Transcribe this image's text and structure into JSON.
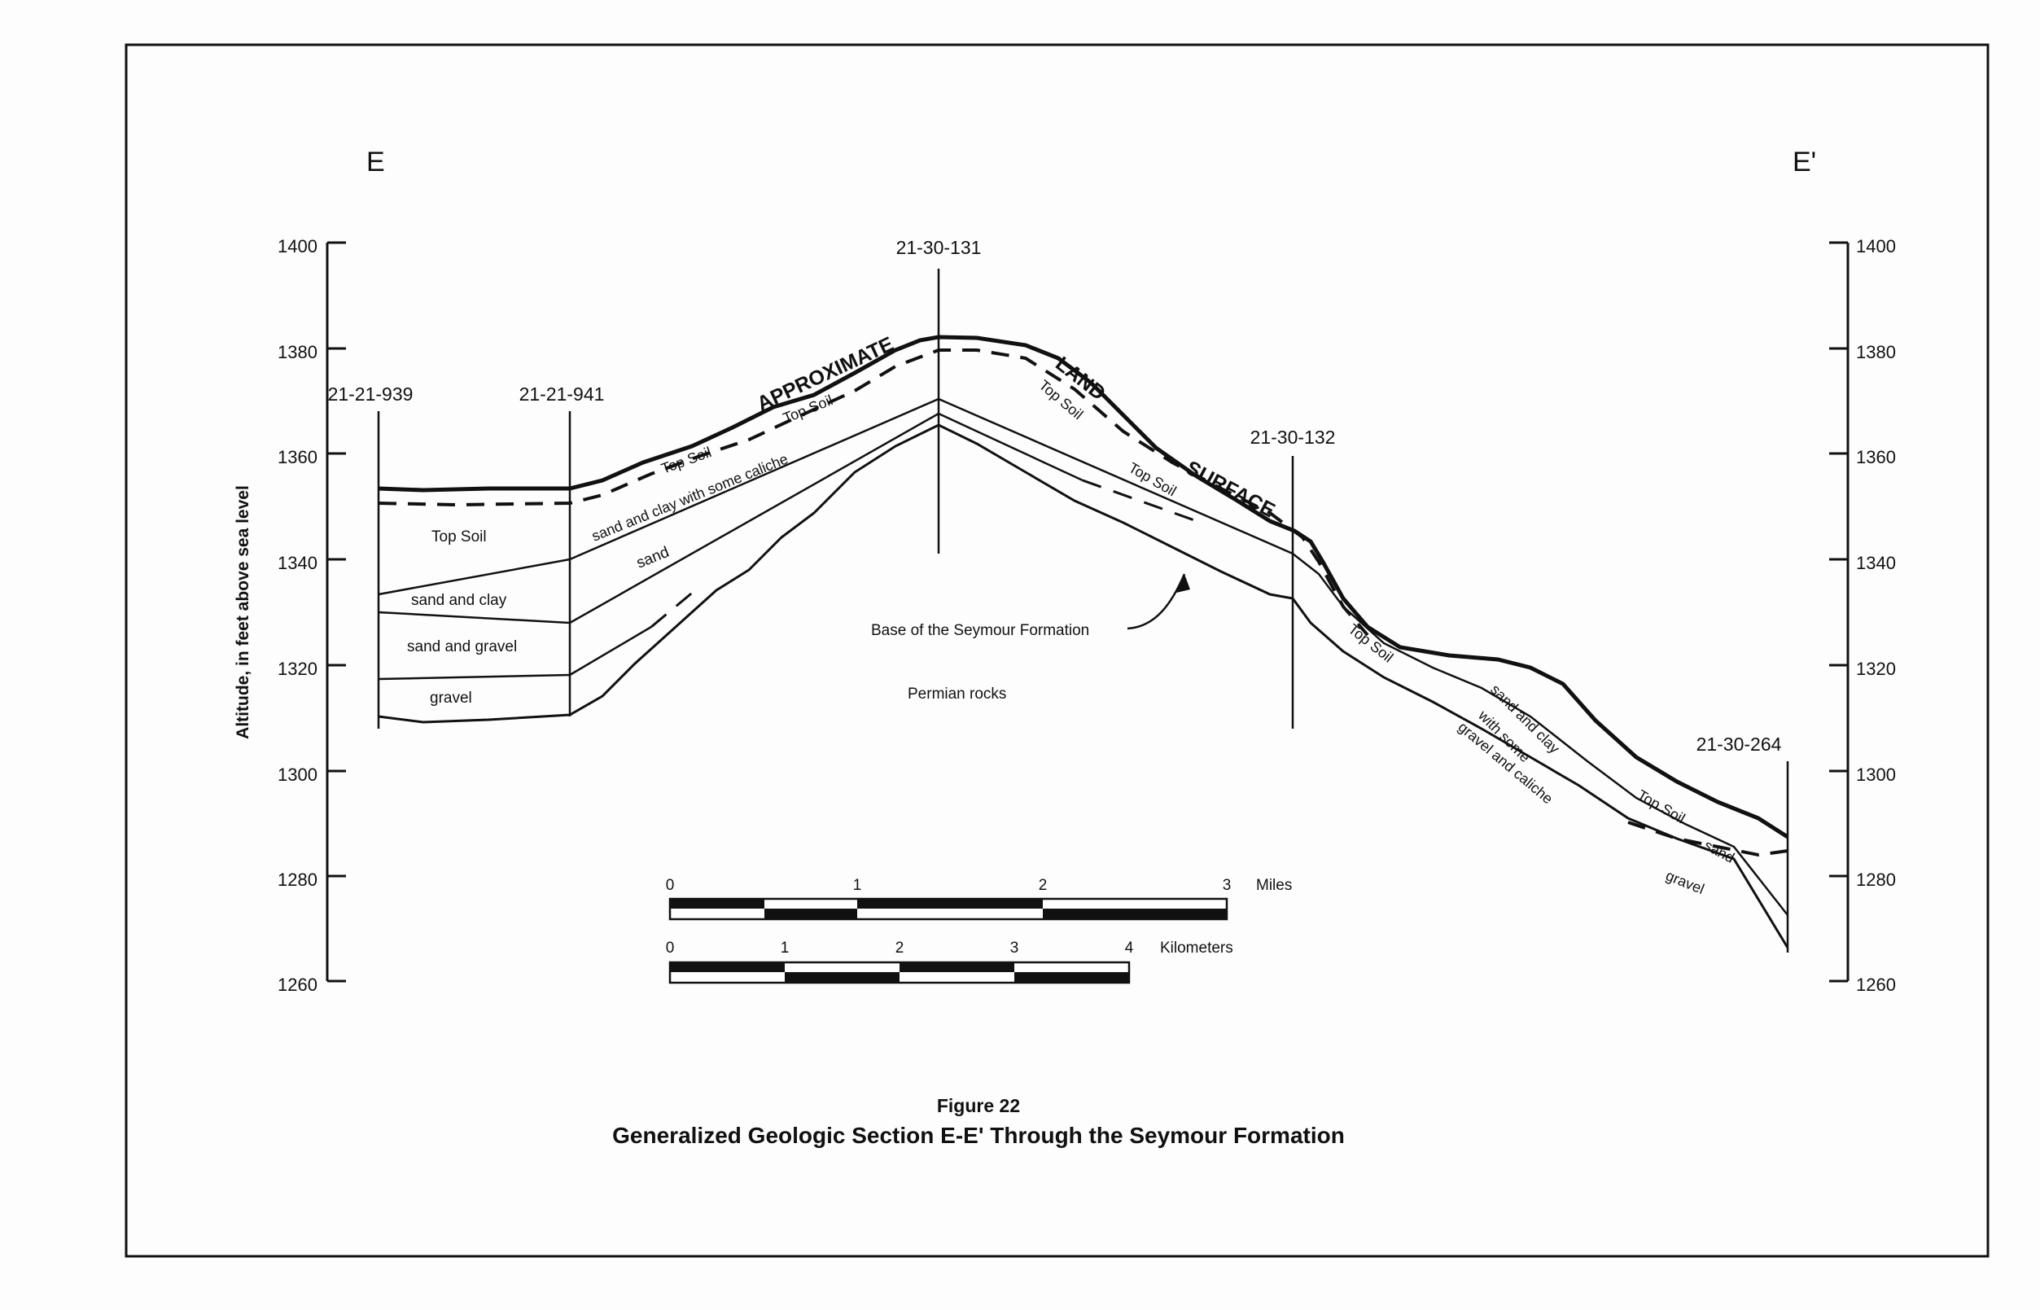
{
  "section": {
    "start_label": "E",
    "end_label": "E'",
    "y_axis_label": "Altitude, in feet above sea level",
    "y_ticks_left": [
      "1400",
      "1380",
      "1360",
      "1340",
      "1320",
      "1300",
      "1280",
      "1260"
    ],
    "y_ticks_right": [
      "1400",
      "1380",
      "1360",
      "1340",
      "1320",
      "1300",
      "1280",
      "1260"
    ]
  },
  "wells": [
    "21-21-939",
    "21-21-941",
    "21-30-131",
    "21-30-132",
    "21-30-264"
  ],
  "surface_labels": [
    "APPROXIMATE",
    "LAND",
    "SURFACE"
  ],
  "layers": {
    "top_soil": "Top Soil",
    "sand_and_clay": "sand and clay",
    "sand_and_gravel": "sand and gravel",
    "gravel": "gravel",
    "sand_clay_caliche": "sand and clay with some caliche",
    "sand": "sand",
    "base_label": "Base of the Seymour Formation",
    "permian": "Permian rocks",
    "east_sand_clay_1": "sand and clay",
    "east_sand_clay_2": "with some",
    "east_sand_clay_3": "gravel and caliche"
  },
  "scale_miles": {
    "ticks": [
      "0",
      "1",
      "2",
      "3"
    ],
    "unit": "Miles"
  },
  "scale_km": {
    "ticks": [
      "0",
      "1",
      "2",
      "3",
      "4"
    ],
    "unit": "Kilometers"
  },
  "caption": {
    "figure": "Figure 22",
    "title": "Generalized Geologic Section E-E' Through the Seymour Formation"
  }
}
